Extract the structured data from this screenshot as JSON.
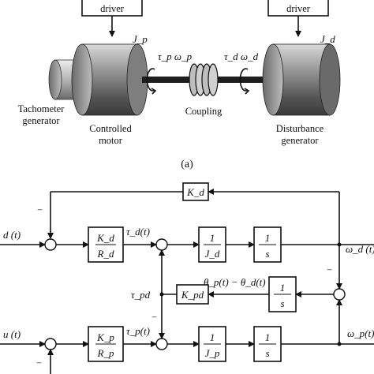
{
  "hardware": {
    "driver_left": "driver",
    "driver_right": "driver",
    "inertia_left": "J_p",
    "inertia_right": "J_d",
    "torque_speed_left": "τ_p  ω_p",
    "torque_speed_right": "τ_d  ω_d",
    "coupling": "Coupling",
    "tachometer": [
      "Tachometer",
      "generator"
    ],
    "controlled_motor": [
      "Controlled",
      "motor"
    ],
    "disturbance_generator": [
      "Disturbance",
      "generator"
    ],
    "caption": "(a)"
  },
  "block_diagram": {
    "feedback_gain": "K_d",
    "gain_d": {
      "num": "K_d",
      "den": "R_d"
    },
    "gain_p": {
      "num": "K_p",
      "den": "R_p"
    },
    "inertia_d": {
      "num": "1",
      "den": "J_d"
    },
    "inertia_p": {
      "num": "1",
      "den": "J_p"
    },
    "integrator_d": {
      "num": "1",
      "den": "s"
    },
    "integrator_p": {
      "num": "1",
      "den": "s"
    },
    "integrator_mid": {
      "num": "1",
      "den": "s"
    },
    "coupling_gain": "K_pd",
    "signal_d_in": "d (t)",
    "signal_u_in": "u (t)",
    "signal_tau_d": "τ_d(t)",
    "signal_tau_p": "τ_p(t)",
    "signal_tau_pd": "τ_pd",
    "signal_angle_diff": "θ_p(t) − θ_d(t)",
    "output_omega_d": "ω_d (t)",
    "output_omega_p": "ω_p(t)",
    "minus_sign": "−"
  }
}
